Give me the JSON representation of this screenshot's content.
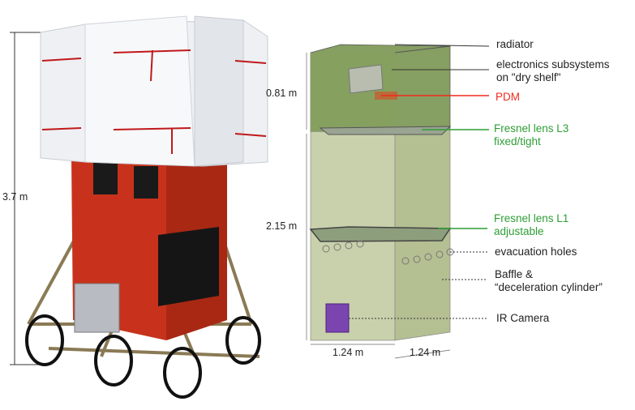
{
  "dimensions": {
    "total_height": "3.7 m",
    "upper_section": "0.81 m",
    "lower_section": "2.15 m",
    "width_front": "1.24 m",
    "width_side": "1.24 m"
  },
  "labels": {
    "radiator": "radiator",
    "electronics_line1": "electronics subsystems",
    "electronics_line2": "on \"dry shelf\"",
    "pdm": "PDM",
    "lens_l3_line1": "Fresnel lens L3",
    "lens_l3_line2": "fixed/tight",
    "lens_l1_line1": "Fresnel lens L1",
    "lens_l1_line2": "adjustable",
    "evacuation": "evacuation holes",
    "baffle_line1": "Baffle &",
    "baffle_line2": "“deceleration cylinder”",
    "ir_camera": "IR Camera"
  },
  "colors": {
    "pdm": "#ee2a1f",
    "lens": "#2e9e35",
    "upper_box": "#7f9a5a",
    "lower_box": "#c3cca3",
    "instrument_body": "#c8321c"
  }
}
